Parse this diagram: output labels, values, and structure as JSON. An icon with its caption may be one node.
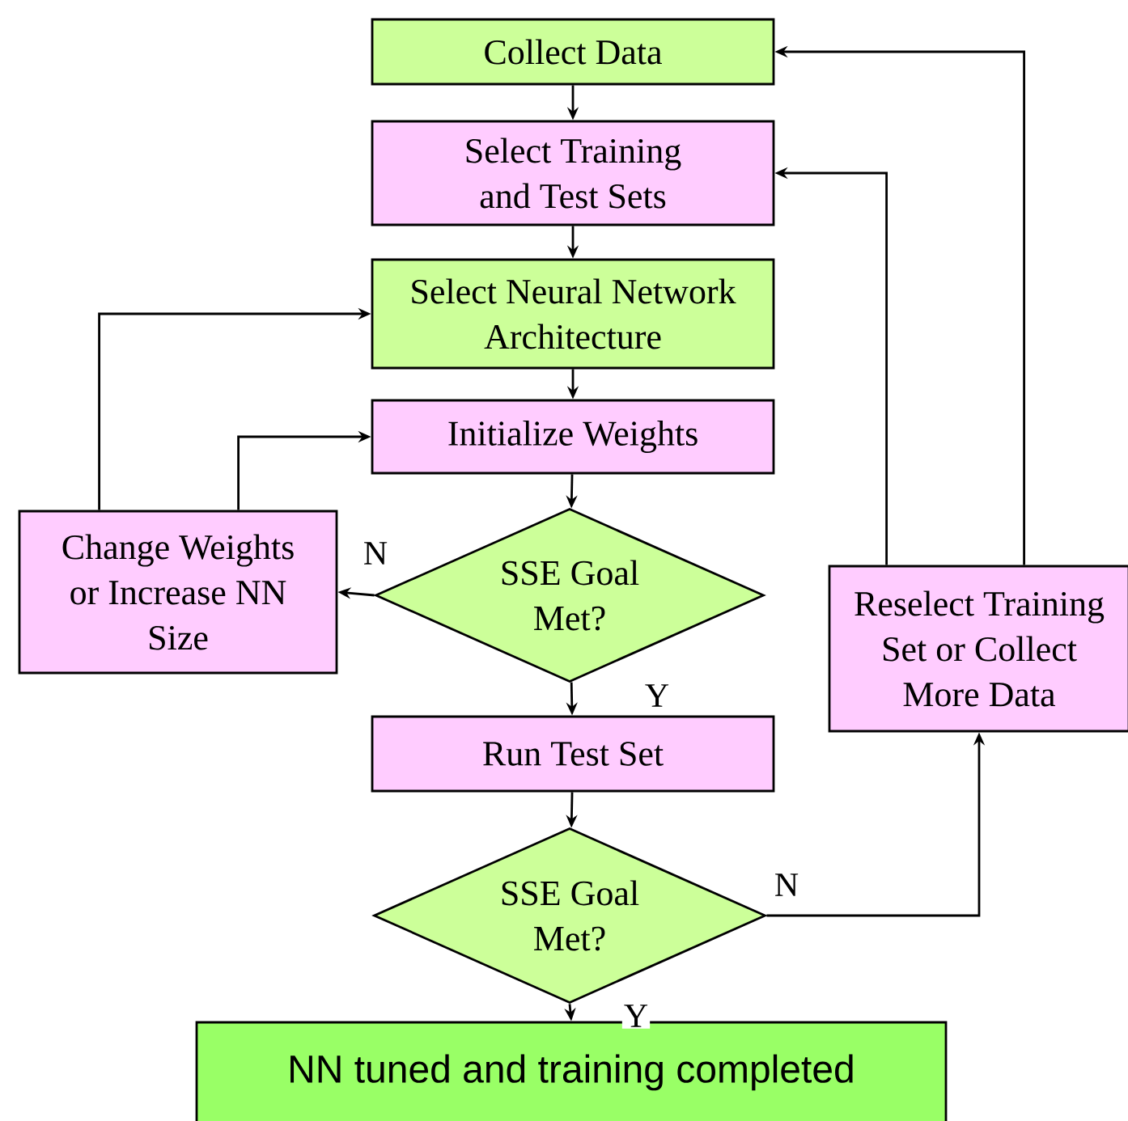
{
  "diagram": {
    "nodes": [
      {
        "text": [
          "Collect Data"
        ]
      },
      {
        "text": [
          "Select Training and Test Sets"
        ]
      },
      {
        "text": [
          "Select Neural Network Architecture"
        ]
      },
      {
        "text": [
          "Initialize Weights"
        ]
      },
      {
        "text": [
          "SSE Goal Met?"
        ]
      },
      {
        "text": [
          "Change Weights or Increase NN Size"
        ]
      },
      {
        "text": [
          "Run Test Set"
        ]
      },
      {
        "text": [
          "SSE Goal Met?"
        ]
      },
      {
        "text": [
          "Reselect Training Set or Collect More Data"
        ]
      },
      {
        "text": [
          "NN tuned and training completed"
        ]
      }
    ],
    "edges": [
      {
        "from": 0,
        "to": 1,
        "arrow": "to"
      },
      {
        "from": 1,
        "to": 2,
        "arrow": "to"
      },
      {
        "from": 2,
        "to": 3,
        "arrow": "to"
      },
      {
        "from": 3,
        "to": 4,
        "arrow": "to"
      },
      {
        "from": 4,
        "to": 5,
        "arrow": "to",
        "label": "N"
      },
      {
        "from": 4,
        "to": 6,
        "arrow": "to",
        "label": "Y"
      },
      {
        "from": 6,
        "to": 7,
        "arrow": "to"
      },
      {
        "from": 7,
        "to": 9,
        "arrow": "to",
        "label": "Y"
      },
      {
        "from": 7,
        "to": 8,
        "arrow": "to",
        "label": "N"
      },
      {
        "from": 5,
        "to": 2,
        "arrow": "to"
      },
      {
        "from": 5,
        "to": 3,
        "arrow": "to"
      },
      {
        "from": 8,
        "to": 1,
        "arrow": "to"
      },
      {
        "from": 8,
        "to": 0,
        "arrow": "to"
      }
    ]
  }
}
